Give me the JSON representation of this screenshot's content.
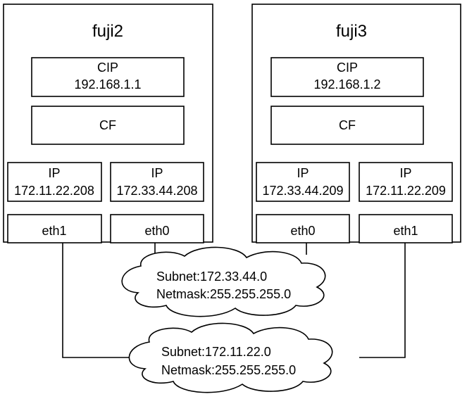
{
  "hosts": {
    "fuji2": {
      "name": "fuji2",
      "cip": {
        "label": "CIP",
        "address": "192.168.1.1"
      },
      "cf": {
        "label": "CF"
      },
      "ip_left": {
        "label": "IP",
        "address": "172.11.22.208"
      },
      "ip_right": {
        "label": "IP",
        "address": "172.33.44.208"
      },
      "eth_left": {
        "label": "eth1"
      },
      "eth_right": {
        "label": "eth0"
      }
    },
    "fuji3": {
      "name": "fuji3",
      "cip": {
        "label": "CIP",
        "address": "192.168.1.2"
      },
      "cf": {
        "label": "CF"
      },
      "ip_left": {
        "label": "IP",
        "address": "172.33.44.209"
      },
      "ip_right": {
        "label": "IP",
        "address": "172.11.22.209"
      },
      "eth_left": {
        "label": "eth0"
      },
      "eth_right": {
        "label": "eth1"
      }
    }
  },
  "networks": {
    "upper": {
      "subnet": "Subnet:172.33.44.0",
      "netmask": "Netmask:255.255.255.0"
    },
    "lower": {
      "subnet": "Subnet:172.11.22.0",
      "netmask": "Netmask:255.255.255.0"
    }
  }
}
